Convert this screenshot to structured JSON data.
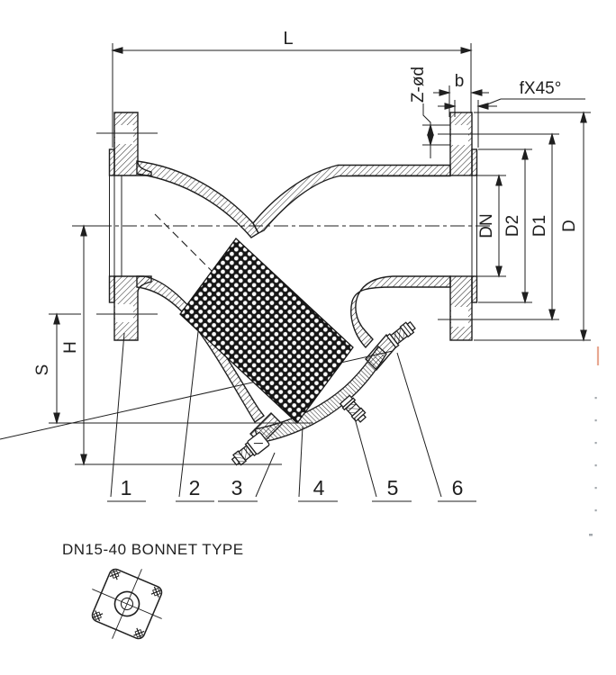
{
  "drawing_title": "DN15-40 BONNET TYPE",
  "dim_labels": {
    "L": "L",
    "D": "D",
    "D1": "D1",
    "D2": "D2",
    "DN": "DN",
    "H": "H",
    "S": "S",
    "b": "b",
    "bolt_holes": "Z-ød",
    "chamfer": "fX45°"
  },
  "part_numbers": [
    "1",
    "2",
    "3",
    "4",
    "5",
    "6"
  ],
  "colors": {
    "ink": "#1f1f1f",
    "paper": "#ffffff",
    "artifact_orange": "#e59a7e",
    "artifact_gray": "#8d9399"
  }
}
